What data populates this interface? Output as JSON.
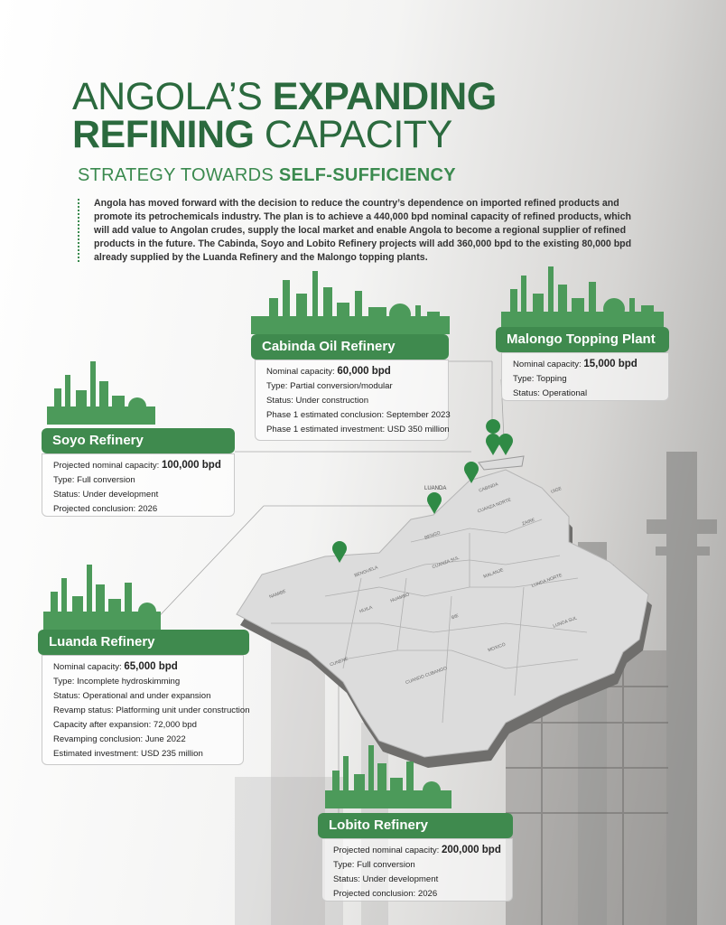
{
  "title": {
    "line1_light": "ANGOLA’S",
    "line1_bold": "EXPANDING",
    "line2_bold": "REFINING",
    "line2_light": "CAPACITY"
  },
  "subtitle": {
    "light": "STRATEGY TOWARDS",
    "bold": "SELF-SUFFICIENCY"
  },
  "intro": "Angola has moved forward with the decision to reduce the country’s dependence on imported refined products and promote its petrochemicals industry. The plan is to achieve a 440,000 bpd nominal capacity of refined products, which will add value to Angolan crudes, supply the local market and enable Angola to become a regional supplier of refined products in the future. The Cabinda, Soyo and Lobito Refinery projects will add 360,000 bpd to the existing 80,000 bpd already supplied by the Luanda Refinery and the Malongo topping plants.",
  "colors": {
    "brand_green": "#3f8a4e",
    "title_green": "#2b6a3e",
    "map_gray": "#dcdcdc"
  },
  "refineries": {
    "cabinda": {
      "name": "Cabinda Oil Refinery",
      "capacity_label": "Nominal capacity:",
      "capacity_value": "60,000 bpd",
      "type": "Type: Partial conversion/modular",
      "status": "Status: Under construction",
      "extra1": "Phase 1 estimated conclusion: September 2023",
      "extra2": "Phase 1 estimated investment: USD 350 million"
    },
    "malongo": {
      "name": "Malongo Topping Plant",
      "capacity_label": "Nominal capacity:",
      "capacity_value": "15,000 bpd",
      "type": "Type: Topping",
      "status": "Status: Operational"
    },
    "soyo": {
      "name": "Soyo Refinery",
      "capacity_label": "Projected nominal capacity:",
      "capacity_value": "100,000 bpd",
      "type": "Type: Full conversion",
      "status": "Status: Under development",
      "extra1": "Projected conclusion: 2026"
    },
    "luanda": {
      "name": "Luanda Refinery",
      "capacity_label": "Nominal capacity:",
      "capacity_value": "65,000 bpd",
      "type": "Type: Incomplete hydroskimming",
      "status": "Status: Operational and under expansion",
      "extra1": "Revamp status: Platforming unit under construction",
      "extra2": "Capacity after expansion: 72,000 bpd",
      "extra3": "Revamping conclusion: June 2022",
      "extra4": "Estimated investment: USD 235 million"
    },
    "lobito": {
      "name": "Lobito Refinery",
      "capacity_label": "Projected nominal capacity:",
      "capacity_value": "200,000 bpd",
      "type": "Type: Full conversion",
      "status": "Status: Under development",
      "extra1": "Projected conclusion: 2026"
    }
  },
  "map": {
    "luanda_label": "LUANDA",
    "provinces": [
      "CABINDA",
      "ZAIRE",
      "UIGE",
      "BENGO",
      "CUANZA NORTE",
      "MALANJE",
      "LUNDA NORTE",
      "CUANZA SUL",
      "LUNDA SUL",
      "BENGUELA",
      "HUAMBO",
      "BIE",
      "MOXICO",
      "NAMIBE",
      "HUILA",
      "CUNENE",
      "CUANDO CUBANGO"
    ]
  }
}
